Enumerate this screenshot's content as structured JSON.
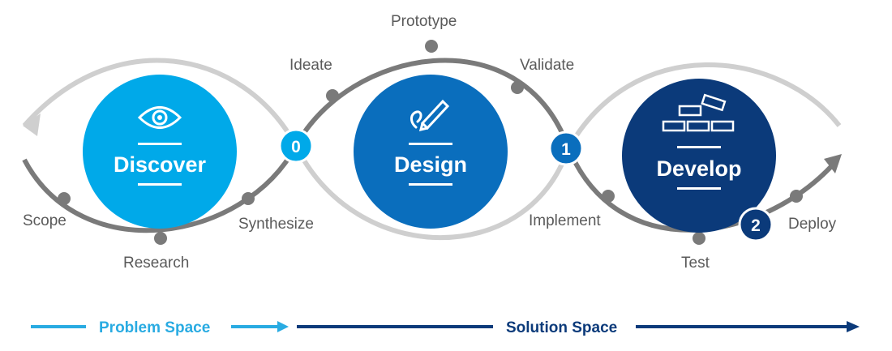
{
  "phases": [
    {
      "title": "Discover",
      "icon": "eye-icon",
      "color": "#00a9e9"
    },
    {
      "title": "Design",
      "icon": "pen-icon",
      "color": "#0a6ebd"
    },
    {
      "title": "Develop",
      "icon": "bricks-icon",
      "color": "#0b3a7a"
    }
  ],
  "badges": [
    "0",
    "1",
    "2"
  ],
  "steps": {
    "scope": "Scope",
    "research": "Research",
    "synthesize": "Synthesize",
    "ideate": "Ideate",
    "prototype": "Prototype",
    "validate": "Validate",
    "implement": "Implement",
    "test": "Test",
    "deploy": "Deploy"
  },
  "spaces": {
    "problem": {
      "label": "Problem Space",
      "color": "#29abe2"
    },
    "solution": {
      "label": "Solution Space",
      "color": "#0b3a7a"
    }
  },
  "colors": {
    "dark_path": "#7a7a7a",
    "light_path": "#cfcfcf",
    "node": "#7a7a7a"
  }
}
